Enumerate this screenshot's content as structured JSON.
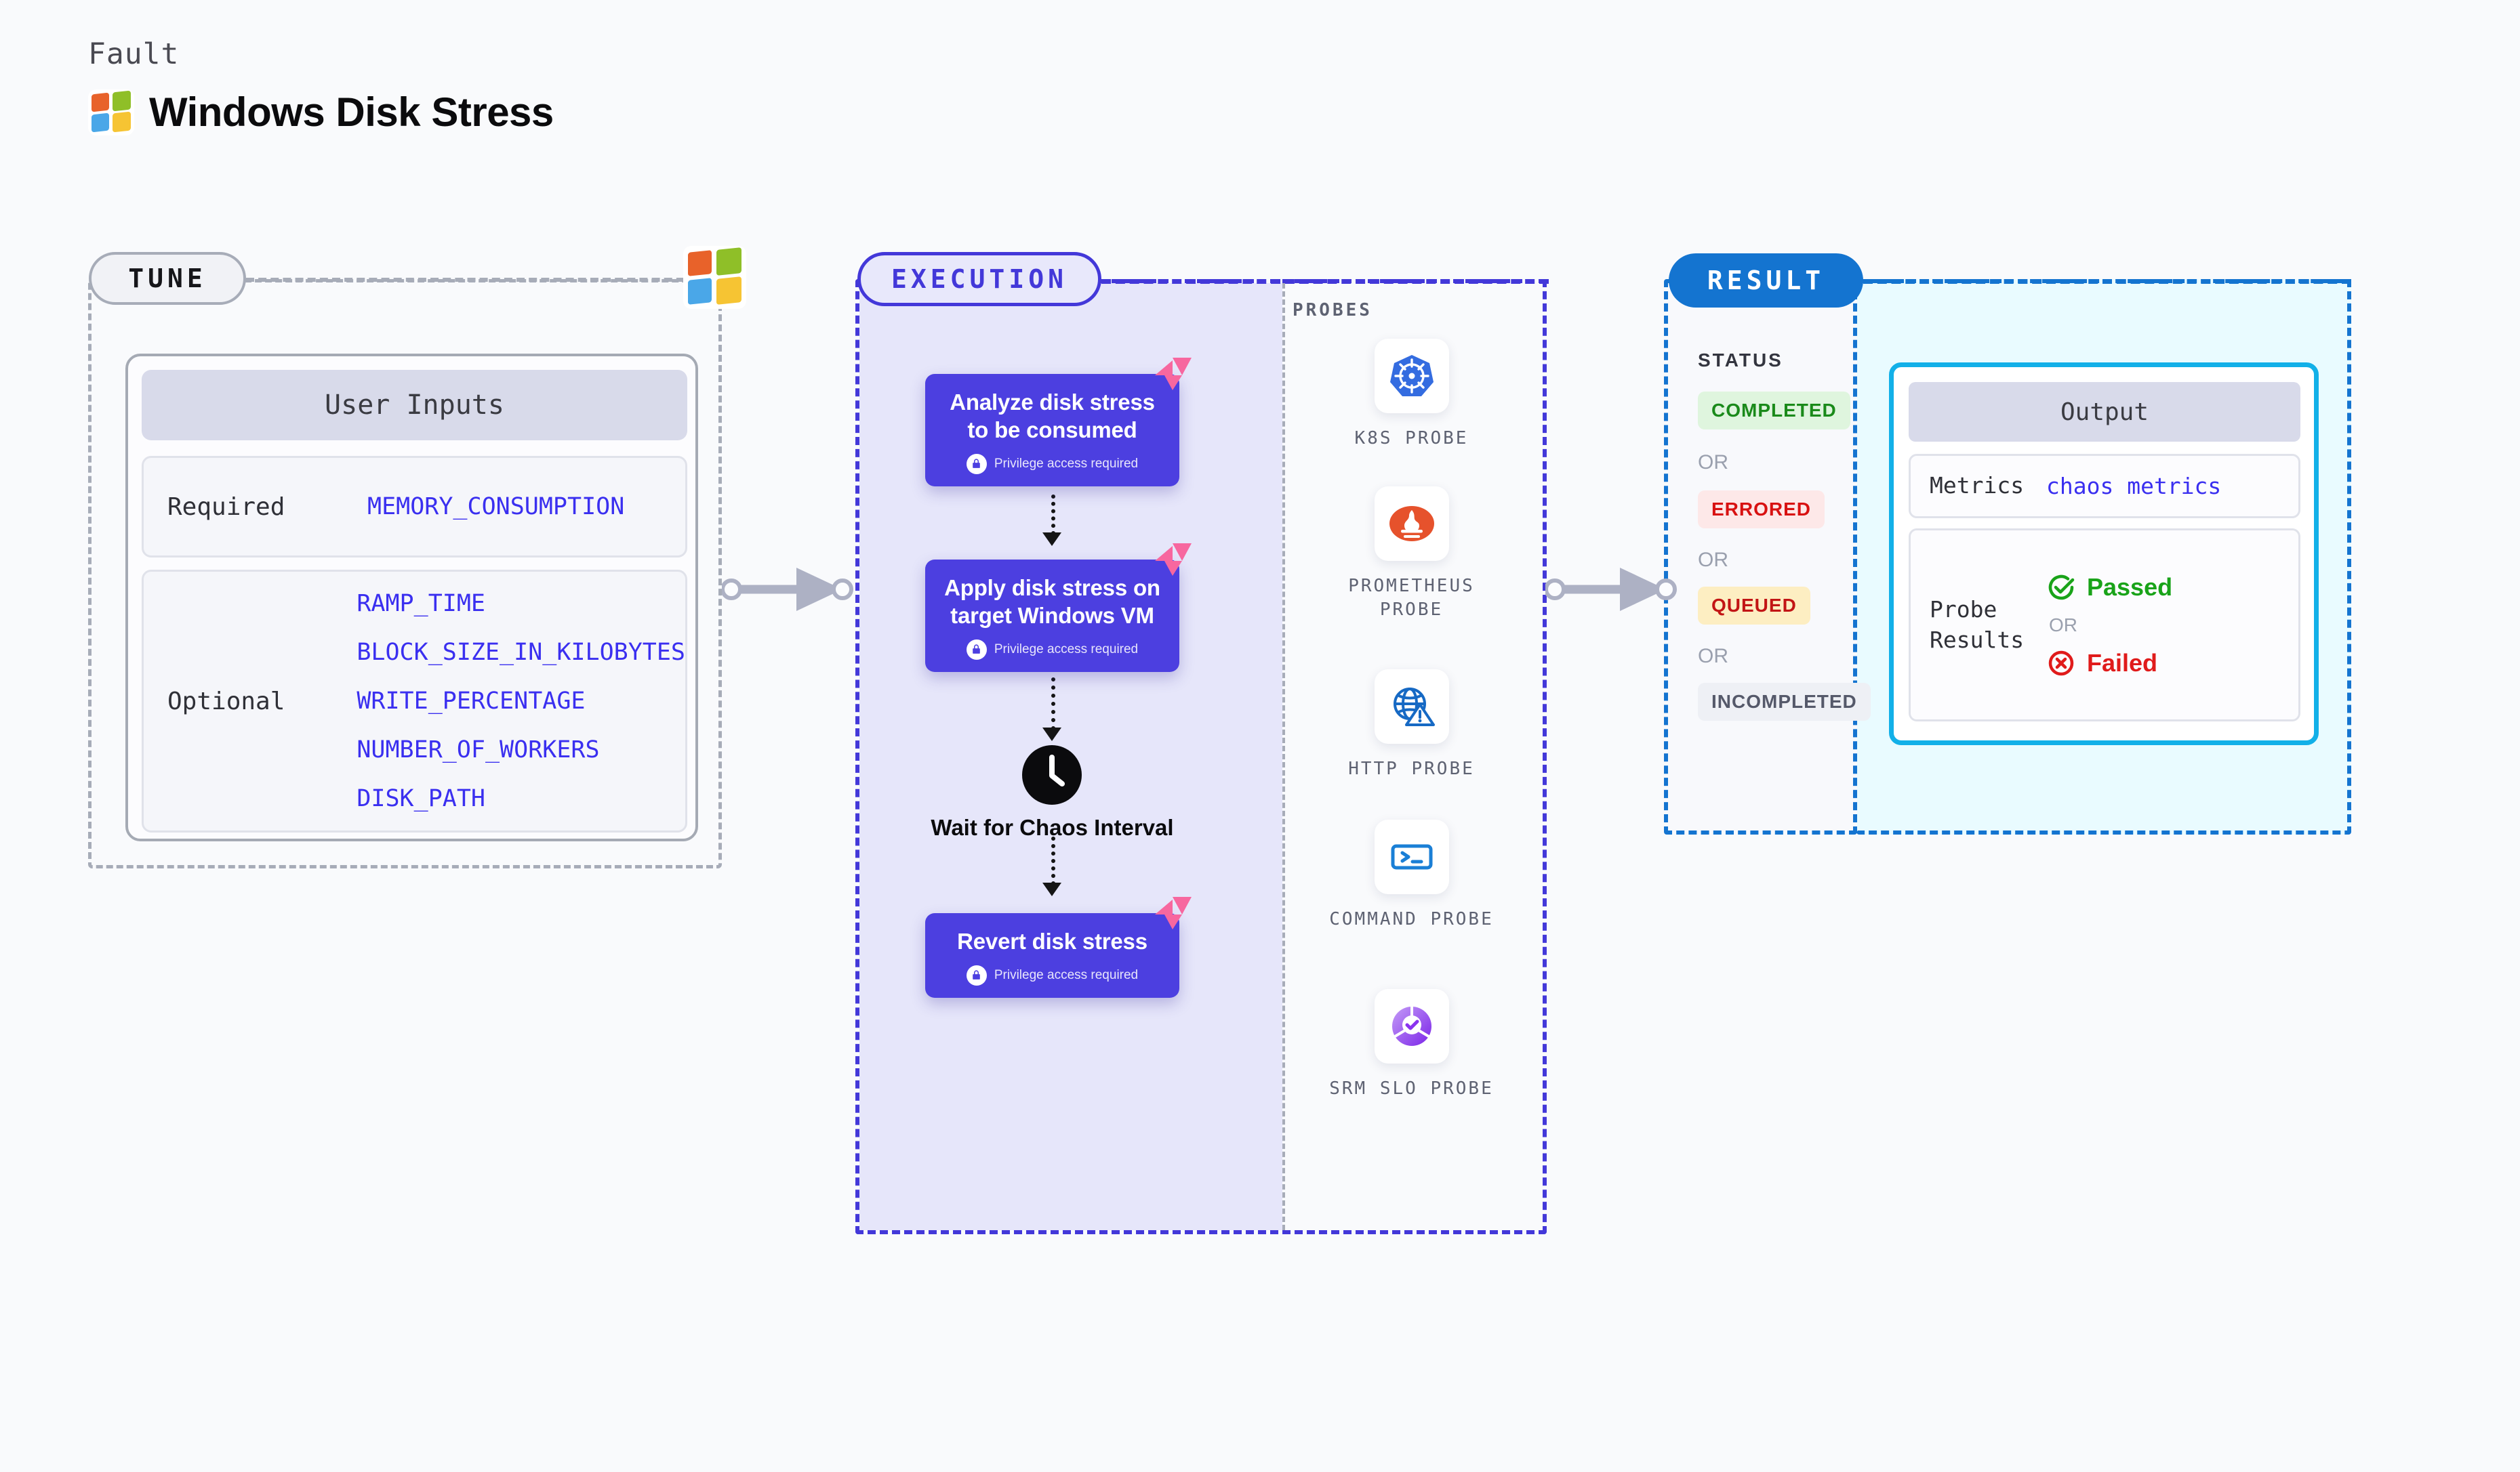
{
  "header": {
    "kind_label": "Fault",
    "title": "Windows Disk Stress",
    "logo_icon": "windows-logo-icon"
  },
  "tune": {
    "pill_label": "TUNE",
    "logo_icon": "windows-logo-icon",
    "card_title": "User Inputs",
    "required_label": "Required",
    "required_values": [
      "MEMORY_CONSUMPTION"
    ],
    "optional_label": "Optional",
    "optional_values": [
      "RAMP_TIME",
      "BLOCK_SIZE_IN_KILOBYTES",
      "WRITE_PERCENTAGE",
      "NUMBER_OF_WORKERS",
      "DISK_PATH"
    ]
  },
  "execution": {
    "pill_label": "EXECUTION",
    "steps": [
      {
        "title": "Analyze disk stress to be consumed",
        "privilege": "Privilege access required",
        "badge_icon": "litmuschaos-icon",
        "lock_icon": "lock-icon"
      },
      {
        "title": "Apply disk stress on target Windows VM",
        "privilege": "Privilege access required",
        "badge_icon": "litmuschaos-icon",
        "lock_icon": "lock-icon"
      }
    ],
    "wait": {
      "label": "Wait for Chaos Interval",
      "icon": "clock-icon"
    },
    "revert": {
      "title": "Revert disk stress",
      "privilege": "Privilege access required",
      "badge_icon": "litmuschaos-icon",
      "lock_icon": "lock-icon"
    },
    "probes_title": "PROBES",
    "probes": [
      {
        "name": "K8S PROBE",
        "icon": "kubernetes-icon"
      },
      {
        "name": "PROMETHEUS PROBE",
        "icon": "prometheus-icon"
      },
      {
        "name": "HTTP PROBE",
        "icon": "http-globe-warning-icon"
      },
      {
        "name": "COMMAND PROBE",
        "icon": "terminal-icon"
      },
      {
        "name": "SRM SLO PROBE",
        "icon": "srm-slo-icon"
      }
    ]
  },
  "result": {
    "pill_label": "RESULT",
    "status_label": "STATUS",
    "or_label": "OR",
    "statuses": [
      {
        "label": "COMPLETED",
        "text_color": "#1a8a1a",
        "bg_color": "#dff5de"
      },
      {
        "label": "ERRORED",
        "text_color": "#d81111",
        "bg_color": "#fde8e8"
      },
      {
        "label": "QUEUED",
        "text_color": "#c21515",
        "bg_color": "#fdeec2"
      },
      {
        "label": "INCOMPLETED",
        "text_color": "#55596a",
        "bg_color": "#eef0f5"
      }
    ],
    "output": {
      "title": "Output",
      "metrics_label": "Metrics",
      "metrics_value": "chaos metrics",
      "probe_results_label": "Probe Results",
      "passed_label": "Passed",
      "passed_icon": "check-circle-icon",
      "failed_label": "Failed",
      "failed_icon": "x-circle-icon",
      "or_label": "OR"
    }
  },
  "connectors": [
    {
      "name": "tune-to-execution-arrow"
    },
    {
      "name": "execution-to-result-arrow"
    }
  ],
  "colors": {
    "accent_purple": "#4338d9",
    "accent_blue": "#1474d0",
    "accent_cyan": "#12b0e8",
    "code_blue": "#3a2ff0",
    "litmus_pink": "#f7679f"
  }
}
